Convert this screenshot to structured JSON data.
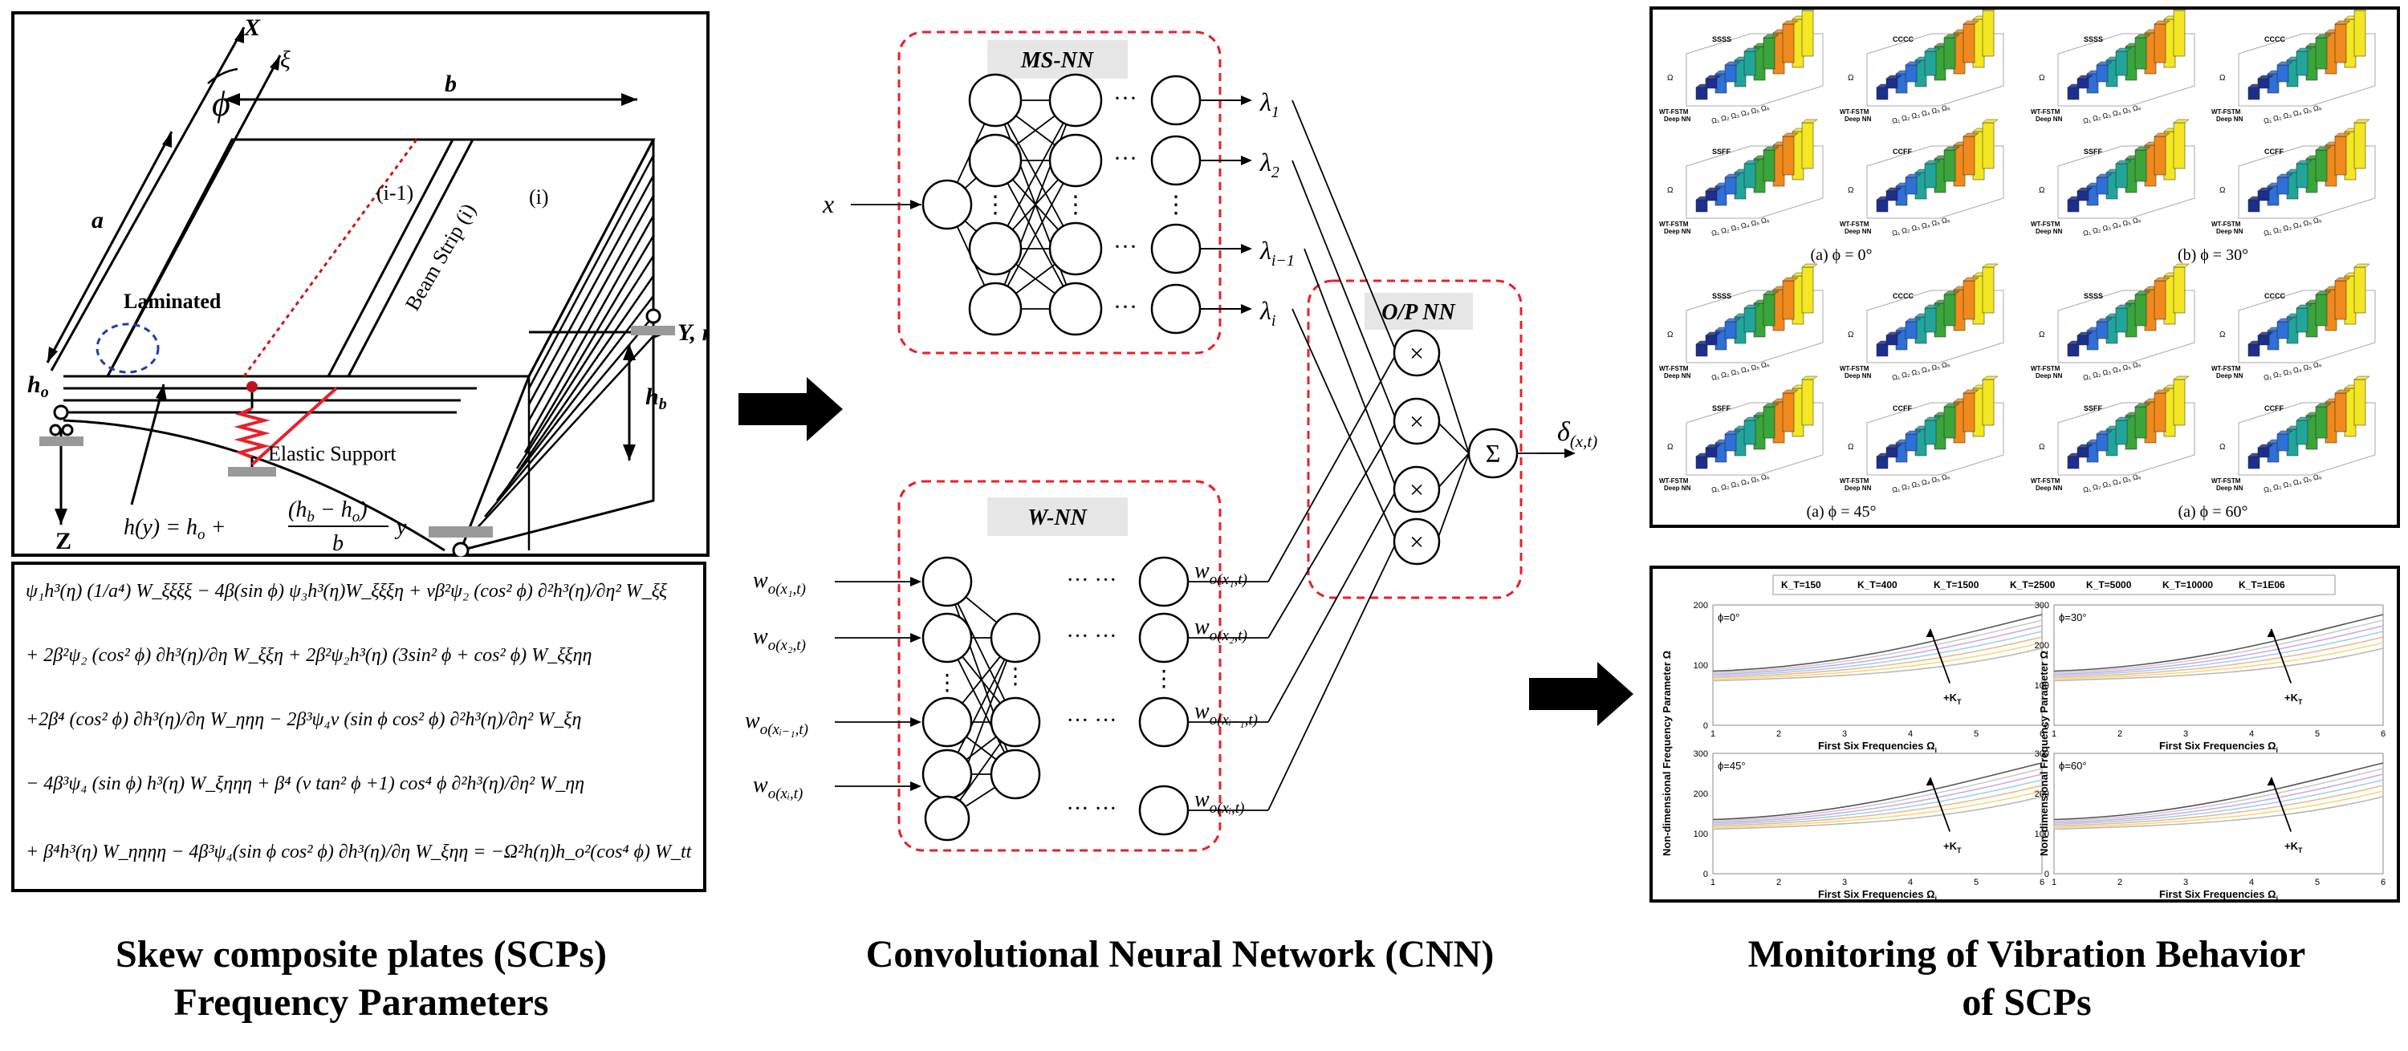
{
  "left_panel": {
    "labels": {
      "X": "X",
      "xi": "ξ",
      "phi": "ϕ",
      "b": "b",
      "a": "a",
      "i": "(i)",
      "i_minus_1": "(i-1)",
      "beam_strip": "Beam Strip (i)",
      "laminated": "Laminated",
      "ho": "h",
      "ho_sub": "o",
      "y_eta": "Y, η",
      "hb": "h",
      "hb_sub": "b",
      "elastic_support": "Elastic Support",
      "z": "Z",
      "thickness_eq": "h(y) = h",
      "thickness_eq_sub": "o",
      "thickness_num": "(h",
      "thickness_num_b": "b",
      "thickness_num_mid": " − h",
      "thickness_num_o": "o",
      "thickness_num_end": ")",
      "thickness_den": "b",
      "thickness_y": "y"
    },
    "equation_lines": [
      "ψ₁h³(η) (1/a⁴) W_ξξξξ − 4β(sin ϕ) ψ₃h³(η)W_ξξξη + νβ²ψ₂ (cos² ϕ) ∂²h³(η)/∂η² W_ξξ",
      "+ 2β²ψ₂ (cos² ϕ) ∂h³(η)/∂η W_ξξη + 2β²ψ₂h³(η) (3sin² ϕ + cos² ϕ) W_ξξηη",
      "+2β⁴ (cos² ϕ) ∂h³(η)/∂η W_ηηη − 2β³ψ₄ν (sin ϕ cos² ϕ) ∂²h³(η)/∂η² W_ξη",
      "− 4β³ψ₄ (sin ϕ) h³(η) W_ξηηη + β⁴ (ν tan² ϕ +1) cos⁴ ϕ ∂²h³(η)/∂η² W_ηη",
      "+ β⁴h³(η) W_ηηηη − 4β³ψ₄(sin ϕ cos² ϕ) ∂h³(η)/∂η W_ξηη = −Ω²h(η)h_o²(cos⁴ ϕ) W_tt"
    ],
    "caption_line1": "Skew composite plates (SCPs)",
    "caption_line2": "Frequency Parameters"
  },
  "center_panel": {
    "ms_nn": "MS-NN",
    "w_nn": "W-NN",
    "op_nn": "O/P NN",
    "input_x": "x",
    "lambdas": [
      "λ",
      "λ",
      "λ",
      "λ"
    ],
    "lambda_subs": [
      "1",
      "2",
      "i−1",
      "i"
    ],
    "w_inputs": [
      "w",
      "w",
      "w",
      "w"
    ],
    "w_input_subs": [
      "o(x₁,t)",
      "o(x₂,t)",
      "o(xᵢ₋₁,t)",
      "o(xᵢ,t)"
    ],
    "w_outputs": [
      "w",
      "w",
      "w",
      "w"
    ],
    "w_output_subs": [
      "o(x₁,t)",
      "o(x₂,t)",
      "o(xᵢ₋₁,t)",
      "o(xᵢ,t)"
    ],
    "dots_h": "···",
    "dots_hh": "··· ···",
    "dots_v": "⋮",
    "times": "×",
    "sigma": "Σ",
    "output_delta": "δ",
    "output_delta_sub": "(x,t)",
    "caption": "Convolutional Neural Network (CNN)"
  },
  "right_panel": {
    "bar_groups": [
      {
        "caption": "(a) ϕ = 0°",
        "charts": [
          "SSSS",
          "CCCC",
          "SSFF",
          "CCFF"
        ]
      },
      {
        "caption": "(b) ϕ = 30°",
        "charts": [
          "SSSS",
          "CCCC",
          "SSFF",
          "CCFF"
        ]
      },
      {
        "caption": "(a) ϕ = 45°",
        "charts": [
          "SSSS",
          "CCCC",
          "SSFF",
          "CCFF"
        ]
      },
      {
        "caption": "(a) ϕ = 60°",
        "charts": [
          "SSSS",
          "CCCC",
          "SSFF",
          "CCFF"
        ]
      }
    ],
    "bar_axis_row": "Ω₁ Ω₂ Ω₃ Ω₄ Ω₅ Ω₆",
    "bar_method_1": "WT-FSTM",
    "bar_method_2": "Deep NN",
    "bar_z": "Ω",
    "legend": [
      "K_T=150",
      "K_T=400",
      "K_T=1500",
      "K_T=2500",
      "K_T=5000",
      "K_T=10000",
      "K_T=1E06"
    ],
    "line_charts": [
      {
        "phi": "ϕ=0°",
        "yticks": [
          "0",
          "100",
          "200"
        ],
        "kt": "+K",
        "kt_sub": "T"
      },
      {
        "phi": "ϕ=30°",
        "yticks": [
          "0",
          "100",
          "200",
          "300"
        ],
        "kt": "+K",
        "kt_sub": "T"
      },
      {
        "phi": "ϕ=45°",
        "yticks": [
          "0",
          "100",
          "200",
          "300"
        ],
        "kt": "+K",
        "kt_sub": "T"
      },
      {
        "phi": "ϕ=60°",
        "yticks": [
          "0",
          "100",
          "200",
          "300"
        ],
        "kt": "+K",
        "kt_sub": "T"
      }
    ],
    "xticks": [
      "1",
      "2",
      "3",
      "4",
      "5",
      "6"
    ],
    "xlabel": "First Six Frequencies",
    "xlabel_sym": "Ω",
    "xlabel_sub": "i",
    "ylabel": "Non-dimensional Frequency Parameter Ω",
    "caption_line1": "Monitoring of Vibration Behavior",
    "caption_line2": "of SCPs"
  },
  "colors": {
    "red_dash": "#e8202a",
    "spring": "#e8202a",
    "bars": [
      "#1d2f8c",
      "#2e6fd8",
      "#21a59b",
      "#3aa53a",
      "#f08a1c",
      "#f3e622"
    ]
  }
}
